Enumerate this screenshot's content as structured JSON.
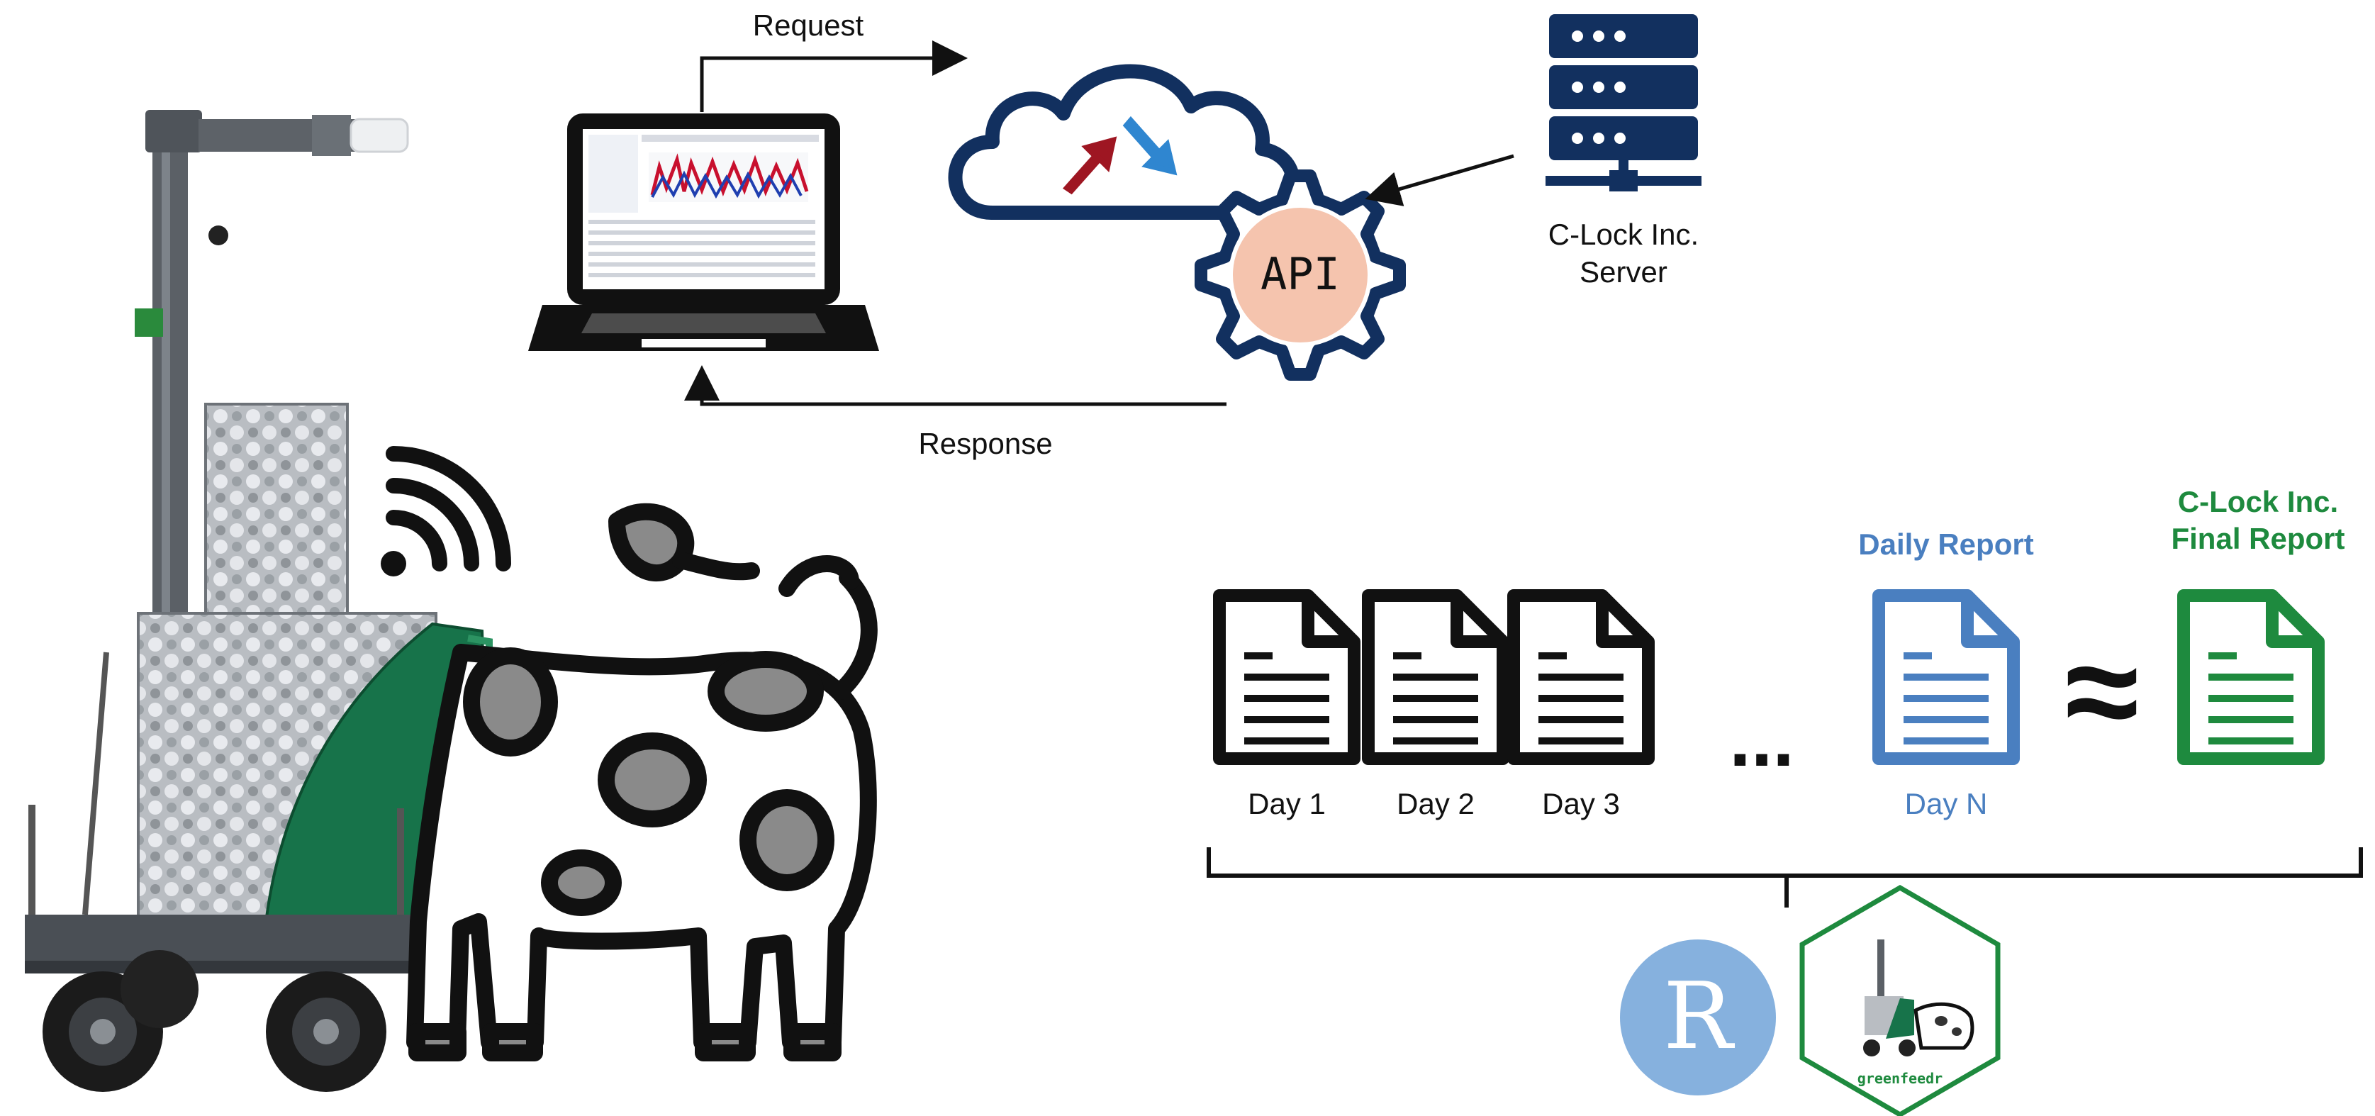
{
  "flow": {
    "request_label": "Request",
    "response_label": "Response",
    "api_label": "API",
    "server_label_line1": "C-Lock Inc.",
    "server_label_line2": "Server"
  },
  "reports": {
    "daily_report_title": "Daily Report",
    "final_report_title_line1": "C-Lock Inc.",
    "final_report_title_line2": "Final Report",
    "days": [
      "Day 1",
      "Day 2",
      "Day 3"
    ],
    "ellipsis": "...",
    "last_day": "Day N",
    "approx_symbol": "≈"
  },
  "tools": {
    "r_logo_letter": "R",
    "greenfeedr_logo_text": "greenfeedr"
  },
  "icons": [
    "greenfeed-unit-photo",
    "wifi-icon",
    "cow-icon",
    "laptop-icon",
    "cloud-icon",
    "gear-icon",
    "server-icon",
    "document-icon",
    "r-logo",
    "greenfeedr-hex-logo"
  ],
  "colors": {
    "navy": "#12305f",
    "blue_report": "#4a7fc0",
    "green_report": "#1e8a3e",
    "api_fill": "#f5c4ae",
    "arrow_red": "#9e1622",
    "arrow_blue": "#2f86d0",
    "r_logo": "#86b1de",
    "feeder_green": "#17734a"
  }
}
